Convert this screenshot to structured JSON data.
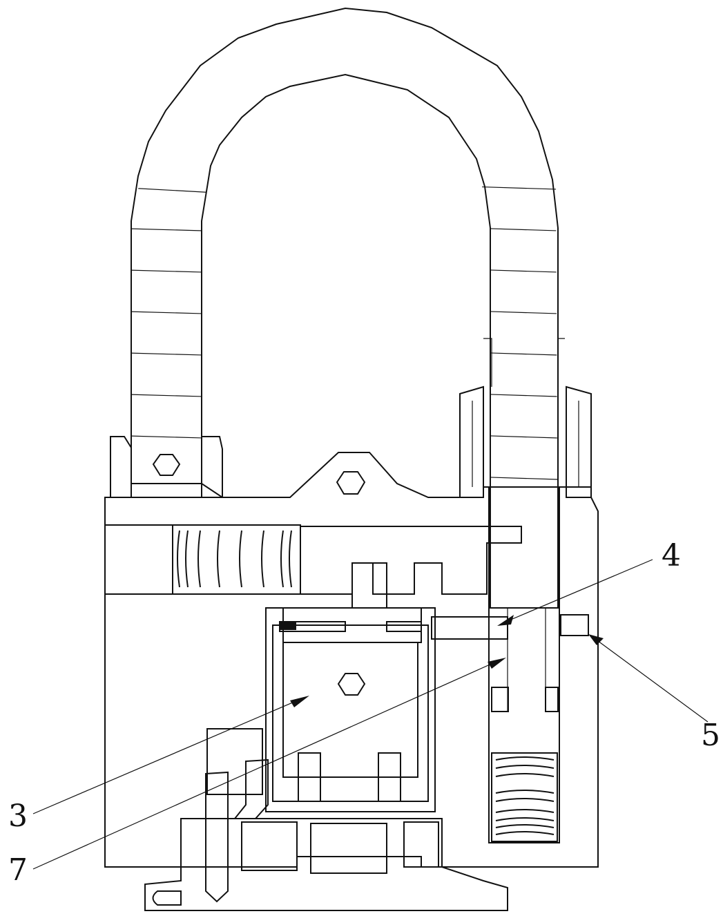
{
  "callouts": {
    "c3": "3",
    "c4": "4",
    "c5": "5",
    "c7": "7"
  },
  "colors": {
    "ink": "#111111",
    "paper": "#ffffff"
  }
}
